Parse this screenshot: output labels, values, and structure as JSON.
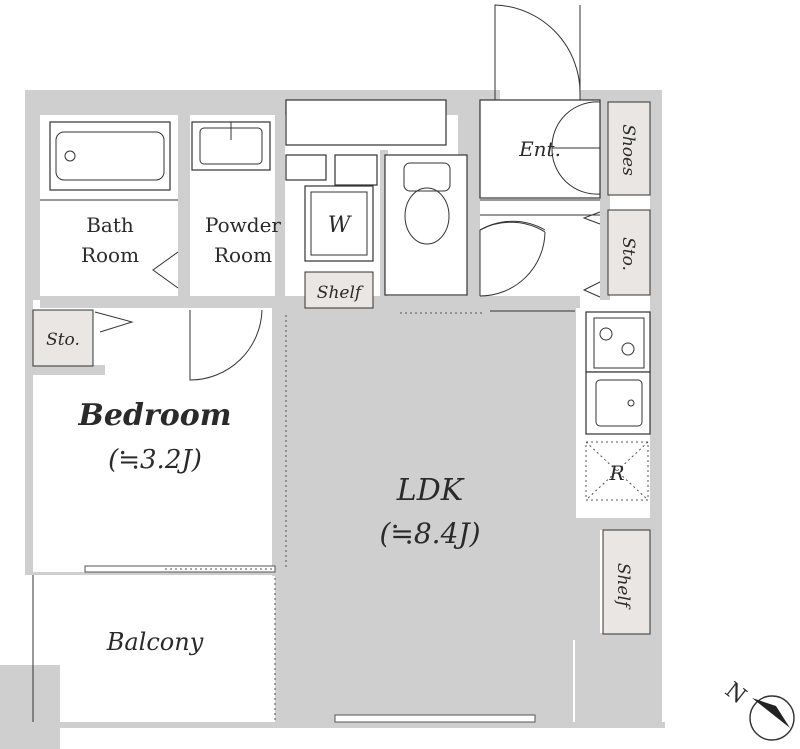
{
  "rooms": {
    "bath": [
      "Bath",
      "Room"
    ],
    "powder": [
      "Powder",
      "Room"
    ],
    "washer": "W",
    "shelf_top": "Shelf",
    "entrance": "Ent.",
    "shoes": "Shoes",
    "storage_right": "Sto.",
    "storage_left": "Sto.",
    "bedroom": [
      "Bedroom",
      "(≒3.2J)"
    ],
    "ldk": [
      "LDK",
      "(≒8.4J)"
    ],
    "fridge": "R",
    "shelf_right": "Shelf",
    "balcony": "Balcony"
  },
  "compass": {
    "label": "N"
  }
}
